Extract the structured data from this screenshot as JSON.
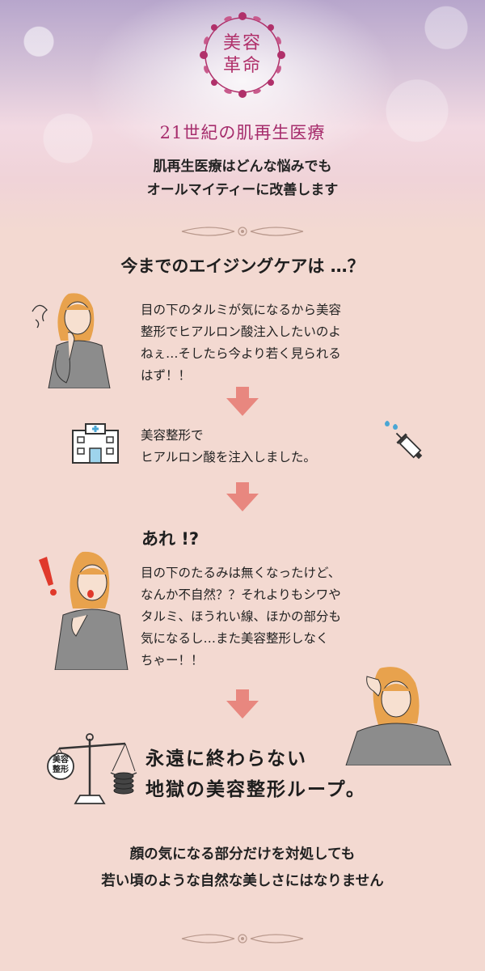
{
  "header": {
    "seal_line1": "美容",
    "seal_line2": "革命",
    "century": "21世紀の肌再生医療",
    "subtitle_line1": "肌再生医療はどんな悩みでも",
    "subtitle_line2": "オールマイティーに改善します"
  },
  "question": "今までのエイジングケアは …？",
  "step1": {
    "line1": "目の下のタルミが気になるから美容",
    "line2": "整形でヒアルロン酸注入したいのよ",
    "line3": "ねぇ…そしたら今より若く見られる",
    "line4": "はず！！"
  },
  "step2": {
    "line1": "美容整形で",
    "line2": "ヒアルロン酸を注入しました。"
  },
  "step3": {
    "title": "あれ !?",
    "line1": "目の下のたるみは無くなったけど、",
    "line2": "なんか不自然？？それよりもシワや",
    "line3": "タルミ、ほうれい線、ほかの部分も",
    "line4": "気になるし…また美容整形しなく",
    "line5": "ちゃー！！"
  },
  "scale_label_line1": "美容",
  "scale_label_line2": "整形",
  "loop": {
    "line1": "永遠に終わらない",
    "line2": "地獄の美容整形ループ。"
  },
  "bottom": {
    "line1": "顔の気になる部分だけを対処しても",
    "line2": "若い頃のような自然な美しさにはなりません"
  },
  "colors": {
    "accent": "#a62c6c",
    "arrow": "#e8877f",
    "background": "#f3d9d1"
  }
}
